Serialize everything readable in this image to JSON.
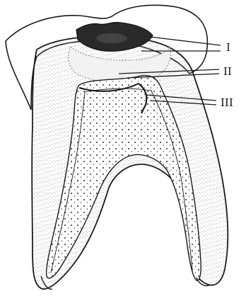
{
  "labels": {
    "one": "I",
    "two": "II",
    "three": "III"
  },
  "colors": {
    "ink": "#1a1a1a",
    "enamel_fill": "#ffffff",
    "dentin_stipple": "#8a8a8a",
    "cavity": "#2a2a2a",
    "pulp_dots": "#333333"
  }
}
